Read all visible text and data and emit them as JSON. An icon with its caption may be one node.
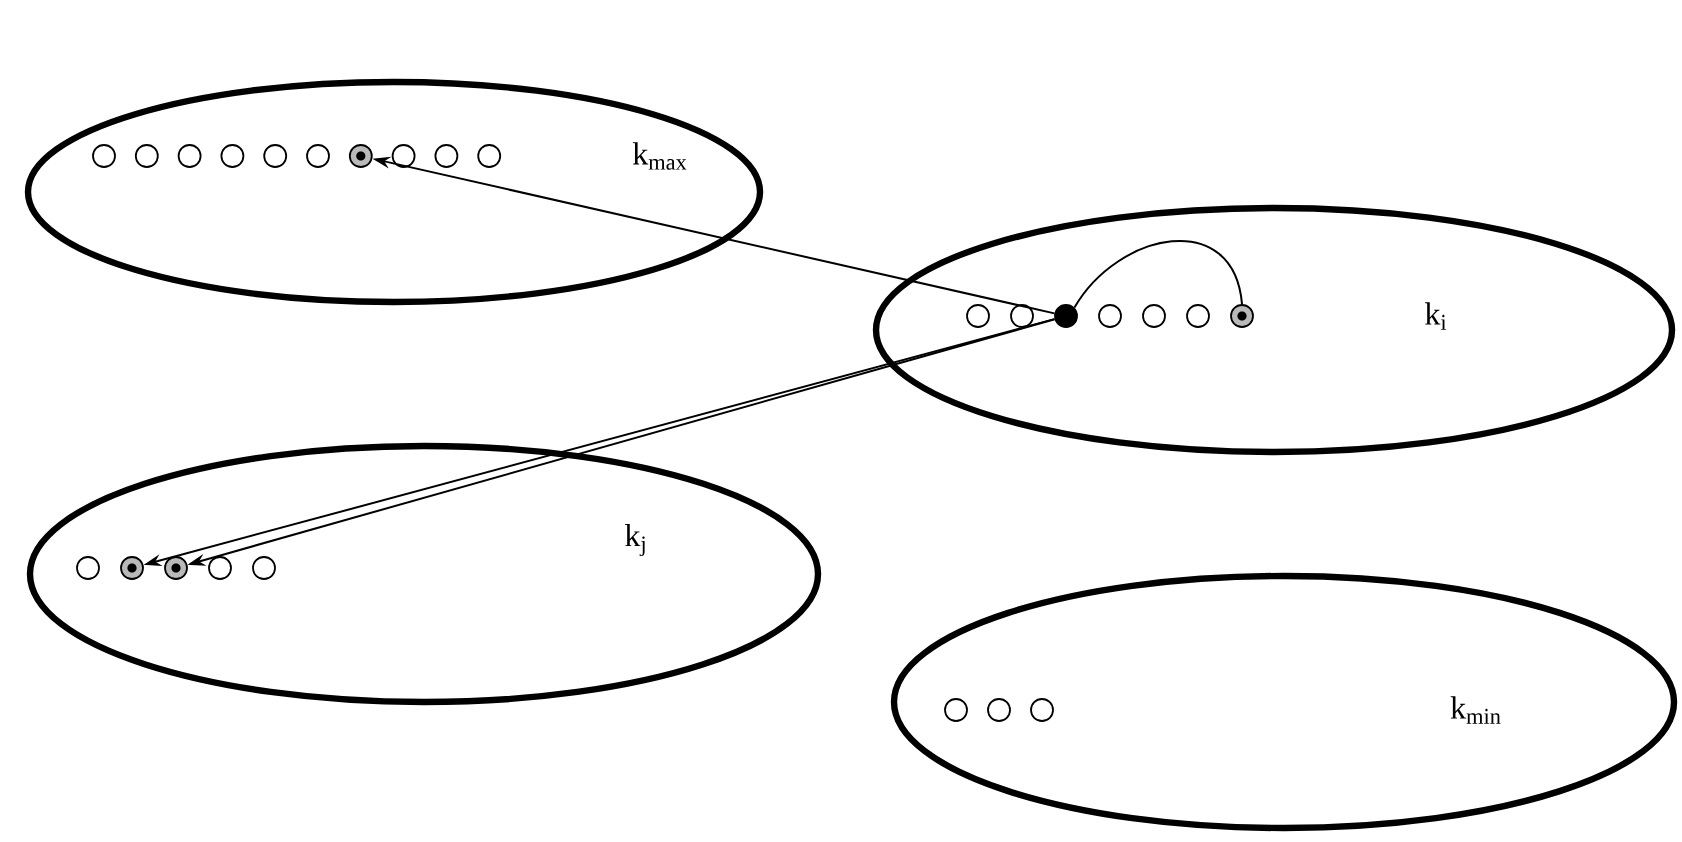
{
  "diagram": {
    "nodes": [
      {
        "text": [
          "k$_{max}$"
        ]
      },
      {
        "text": [
          "k$_{i}$"
        ]
      },
      {
        "text": [
          "k$_{j}$"
        ]
      },
      {
        "text": [
          "k$_{min}$"
        ]
      },
      {
        "text": [],
        "shape": "circle",
        "in": 0
      },
      {
        "text": [],
        "shape": "circle",
        "in": 1
      },
      {
        "text": [],
        "shape": "circle",
        "in": 1
      },
      {
        "text": [],
        "shape": "circle",
        "in": 2
      },
      {
        "text": [],
        "shape": "circle",
        "in": 2
      }
    ],
    "edges": [
      {
        "from": 5,
        "to": 4,
        "arrow": "to"
      },
      {
        "from": 5,
        "to": 6,
        "arrow": "none"
      },
      {
        "from": 5,
        "to": 7,
        "arrow": "to"
      },
      {
        "from": 5,
        "to": 8,
        "arrow": "to"
      }
    ]
  }
}
